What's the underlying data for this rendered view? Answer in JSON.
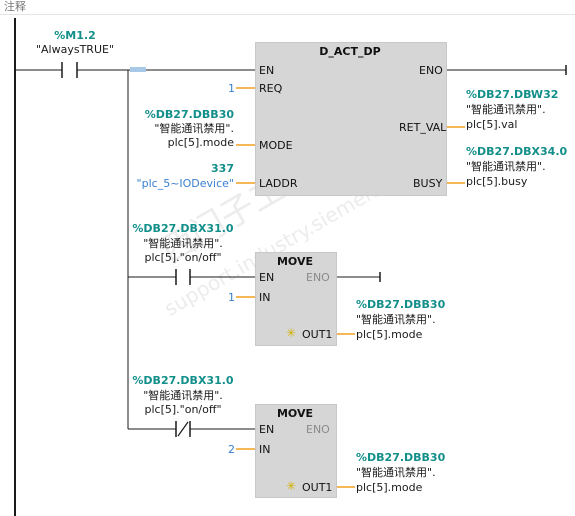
{
  "header": {
    "comment_label": "注释"
  },
  "watermark": {
    "line1": "西门子工业 技术论坛",
    "line2": "support.industry.siemens.com"
  },
  "contact_top": {
    "address": "%M1.2",
    "symbol": "\"AlwaysTRUE\""
  },
  "fb": {
    "title": "D_ACT_DP",
    "pin_en": "EN",
    "pin_eno": "ENO",
    "pin_req": "REQ",
    "req_value": "1",
    "pin_mode": "MODE",
    "mode_addr": "%DB27.DBB30",
    "mode_l1": "\"智能通讯禁用\".",
    "mode_l2": "plc[5].mode",
    "pin_laddr": "LADDR",
    "laddr_value": "337",
    "laddr_symbol": "\"plc_5~IODevice\"",
    "pin_retval": "RET_VAL",
    "retval_addr": "%DB27.DBW32",
    "retval_l1": "\"智能通讯禁用\".",
    "retval_l2": "plc[5].val",
    "pin_busy": "BUSY",
    "busy_addr": "%DB27.DBX34.0",
    "busy_l1": "\"智能通讯禁用\".",
    "busy_l2": "plc[5].busy"
  },
  "branch1": {
    "contact_addr": "%DB27.DBX31.0",
    "contact_l1": "\"智能通讯禁用\".",
    "contact_l2": "plc[5].\"on/off\"",
    "move_title": "MOVE",
    "pin_en": "EN",
    "pin_eno": "ENO",
    "pin_in": "IN",
    "in_value": "1",
    "pin_out": "OUT1",
    "out_addr": "%DB27.DBB30",
    "out_l1": "\"智能通讯禁用\".",
    "out_l2": "plc[5].mode"
  },
  "branch2": {
    "contact_addr": "%DB27.DBX31.0",
    "contact_l1": "\"智能通讯禁用\".",
    "contact_l2": "plc[5].\"on/off\"",
    "move_title": "MOVE",
    "pin_en": "EN",
    "pin_eno": "ENO",
    "pin_in": "IN",
    "in_value": "2",
    "pin_out": "OUT1",
    "out_addr": "%DB27.DBB30",
    "out_l1": "\"智能通讯禁用\".",
    "out_l2": "plc[5].mode"
  },
  "colors": {
    "wire": "#1a1a1a",
    "teal": "#138f8a",
    "orange": "#f0a020",
    "box": "#d6d6d6",
    "selection": "#a8c8e8"
  }
}
